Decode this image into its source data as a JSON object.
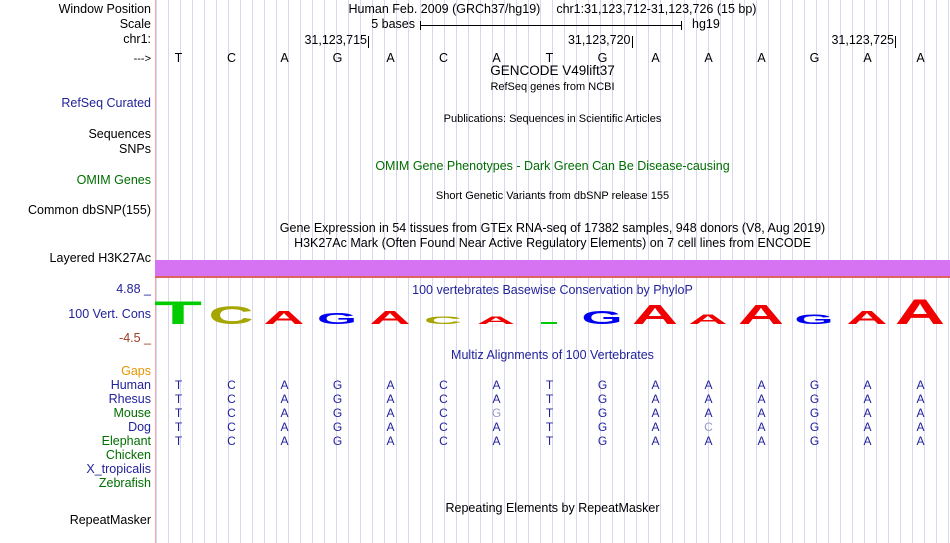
{
  "window": {
    "position_row": {
      "label": "Window Position",
      "assembly": "Human Feb. 2009 (GRCh37/hg19)",
      "range": "chr1:31,123,712-31,123,726 (15 bp)"
    },
    "scale_row": {
      "label": "Scale",
      "value": "5 bases",
      "assembly_short": "hg19"
    },
    "chrom_row": {
      "label": "chr1:",
      "coordinates": [
        "31,123,715",
        "31,123,720",
        "31,123,725"
      ]
    },
    "sequence_row": {
      "strand_arrow": "--->",
      "bases": [
        "T",
        "C",
        "A",
        "G",
        "A",
        "C",
        "A",
        "T",
        "G",
        "A",
        "A",
        "A",
        "G",
        "A",
        "A"
      ]
    }
  },
  "tracks": {
    "gencode": {
      "title": "GENCODE V49lift37",
      "subtitle": "RefSeq genes from NCBI",
      "left_label": "RefSeq Curated"
    },
    "publications": {
      "title": "Publications: Sequences in Scientific Articles",
      "left_label_1": "Sequences",
      "left_label_2": "SNPs"
    },
    "omim": {
      "title": "OMIM Gene Phenotypes - Dark Green Can Be Disease-causing",
      "left_label": "OMIM Genes"
    },
    "dbsnp": {
      "title": "Short Genetic Variants from dbSNP release 155",
      "left_label": "Common dbSNP(155)"
    },
    "gtex": {
      "title": "Gene Expression in 54 tissues from GTEx RNA-seq of 17382 samples, 948 donors (V8, Aug 2019)"
    },
    "h3k27ac": {
      "title": "H3K27Ac Mark (Often Found Near Active Regulatory Elements) on 7 cell lines from ENCODE",
      "left_label": "Layered H3K27Ac",
      "bar_color": "#d673f2",
      "underline_color": "#de6360"
    },
    "conservation": {
      "title": "100 vertebrates Basewise Conservation by PhyloP",
      "left_label": "100 Vert. Cons",
      "axis_max_label": "4.88 _",
      "axis_min_label": "-4.5 _",
      "logo": [
        {
          "base": "T",
          "height": 23,
          "color": "#00cc00"
        },
        {
          "base": "C",
          "height": 18,
          "color": "#a6a600"
        },
        {
          "base": "A",
          "height": 13,
          "color": "#f00000"
        },
        {
          "base": "G",
          "height": 11,
          "color": "#0000f0"
        },
        {
          "base": "A",
          "height": 13,
          "color": "#f00000"
        },
        {
          "base": "C",
          "height": 8,
          "color": "#a6a600"
        },
        {
          "base": "A",
          "height": 8,
          "color": "#f00000"
        },
        {
          "base": "T",
          "height": 2,
          "color": "#00cc00"
        },
        {
          "base": "G",
          "height": 13,
          "color": "#0000f0"
        },
        {
          "base": "A",
          "height": 20,
          "color": "#f00000"
        },
        {
          "base": "A",
          "height": 10,
          "color": "#f00000"
        },
        {
          "base": "A",
          "height": 20,
          "color": "#f00000"
        },
        {
          "base": "G",
          "height": 10,
          "color": "#0000f0"
        },
        {
          "base": "A",
          "height": 13,
          "color": "#f00000"
        },
        {
          "base": "A",
          "height": 25,
          "color": "#f00000"
        }
      ]
    },
    "multiz": {
      "title": "Multiz Alignments of 100 Vertebrates",
      "letter_color": "#22229b",
      "mismatch_color": "#9898c8",
      "rows": [
        {
          "name": "Gaps",
          "label_color": "#e69500",
          "seq": "",
          "light_positions": []
        },
        {
          "name": "Human",
          "label_color": "#22229b",
          "seq": "TCAGACATGAAAGAA",
          "light_positions": []
        },
        {
          "name": "Rhesus",
          "label_color": "#22229b",
          "seq": "TCAGACATGAAAGAA",
          "light_positions": []
        },
        {
          "name": "Mouse",
          "label_color": "#006e00",
          "seq": "TCAGACGTGAAAGAA",
          "light_positions": [
            6
          ]
        },
        {
          "name": "Dog",
          "label_color": "#22229b",
          "seq": "TCAGACATGACAGAA",
          "light_positions": [
            10
          ]
        },
        {
          "name": "Elephant",
          "label_color": "#006e00",
          "seq": "TCAGACATGAAAGAA",
          "light_positions": []
        },
        {
          "name": "Chicken",
          "label_color": "#006e00",
          "seq": "",
          "light_positions": []
        },
        {
          "name": "X_tropicalis",
          "label_color": "#22229b",
          "seq": "",
          "light_positions": []
        },
        {
          "name": "Zebrafish",
          "label_color": "#006e00",
          "seq": "",
          "light_positions": []
        }
      ]
    },
    "repeatmasker": {
      "title": "Repeating Elements by RepeatMasker",
      "left_label": "RepeatMasker"
    }
  },
  "colors": {
    "grid_line": "#d9d6f2",
    "image_left_border": "#f9a8a8",
    "navy_text": "#22229b",
    "green_text": "#006e00",
    "axis_min_text": "#9c3a22",
    "gaps_label": "#e69500"
  }
}
